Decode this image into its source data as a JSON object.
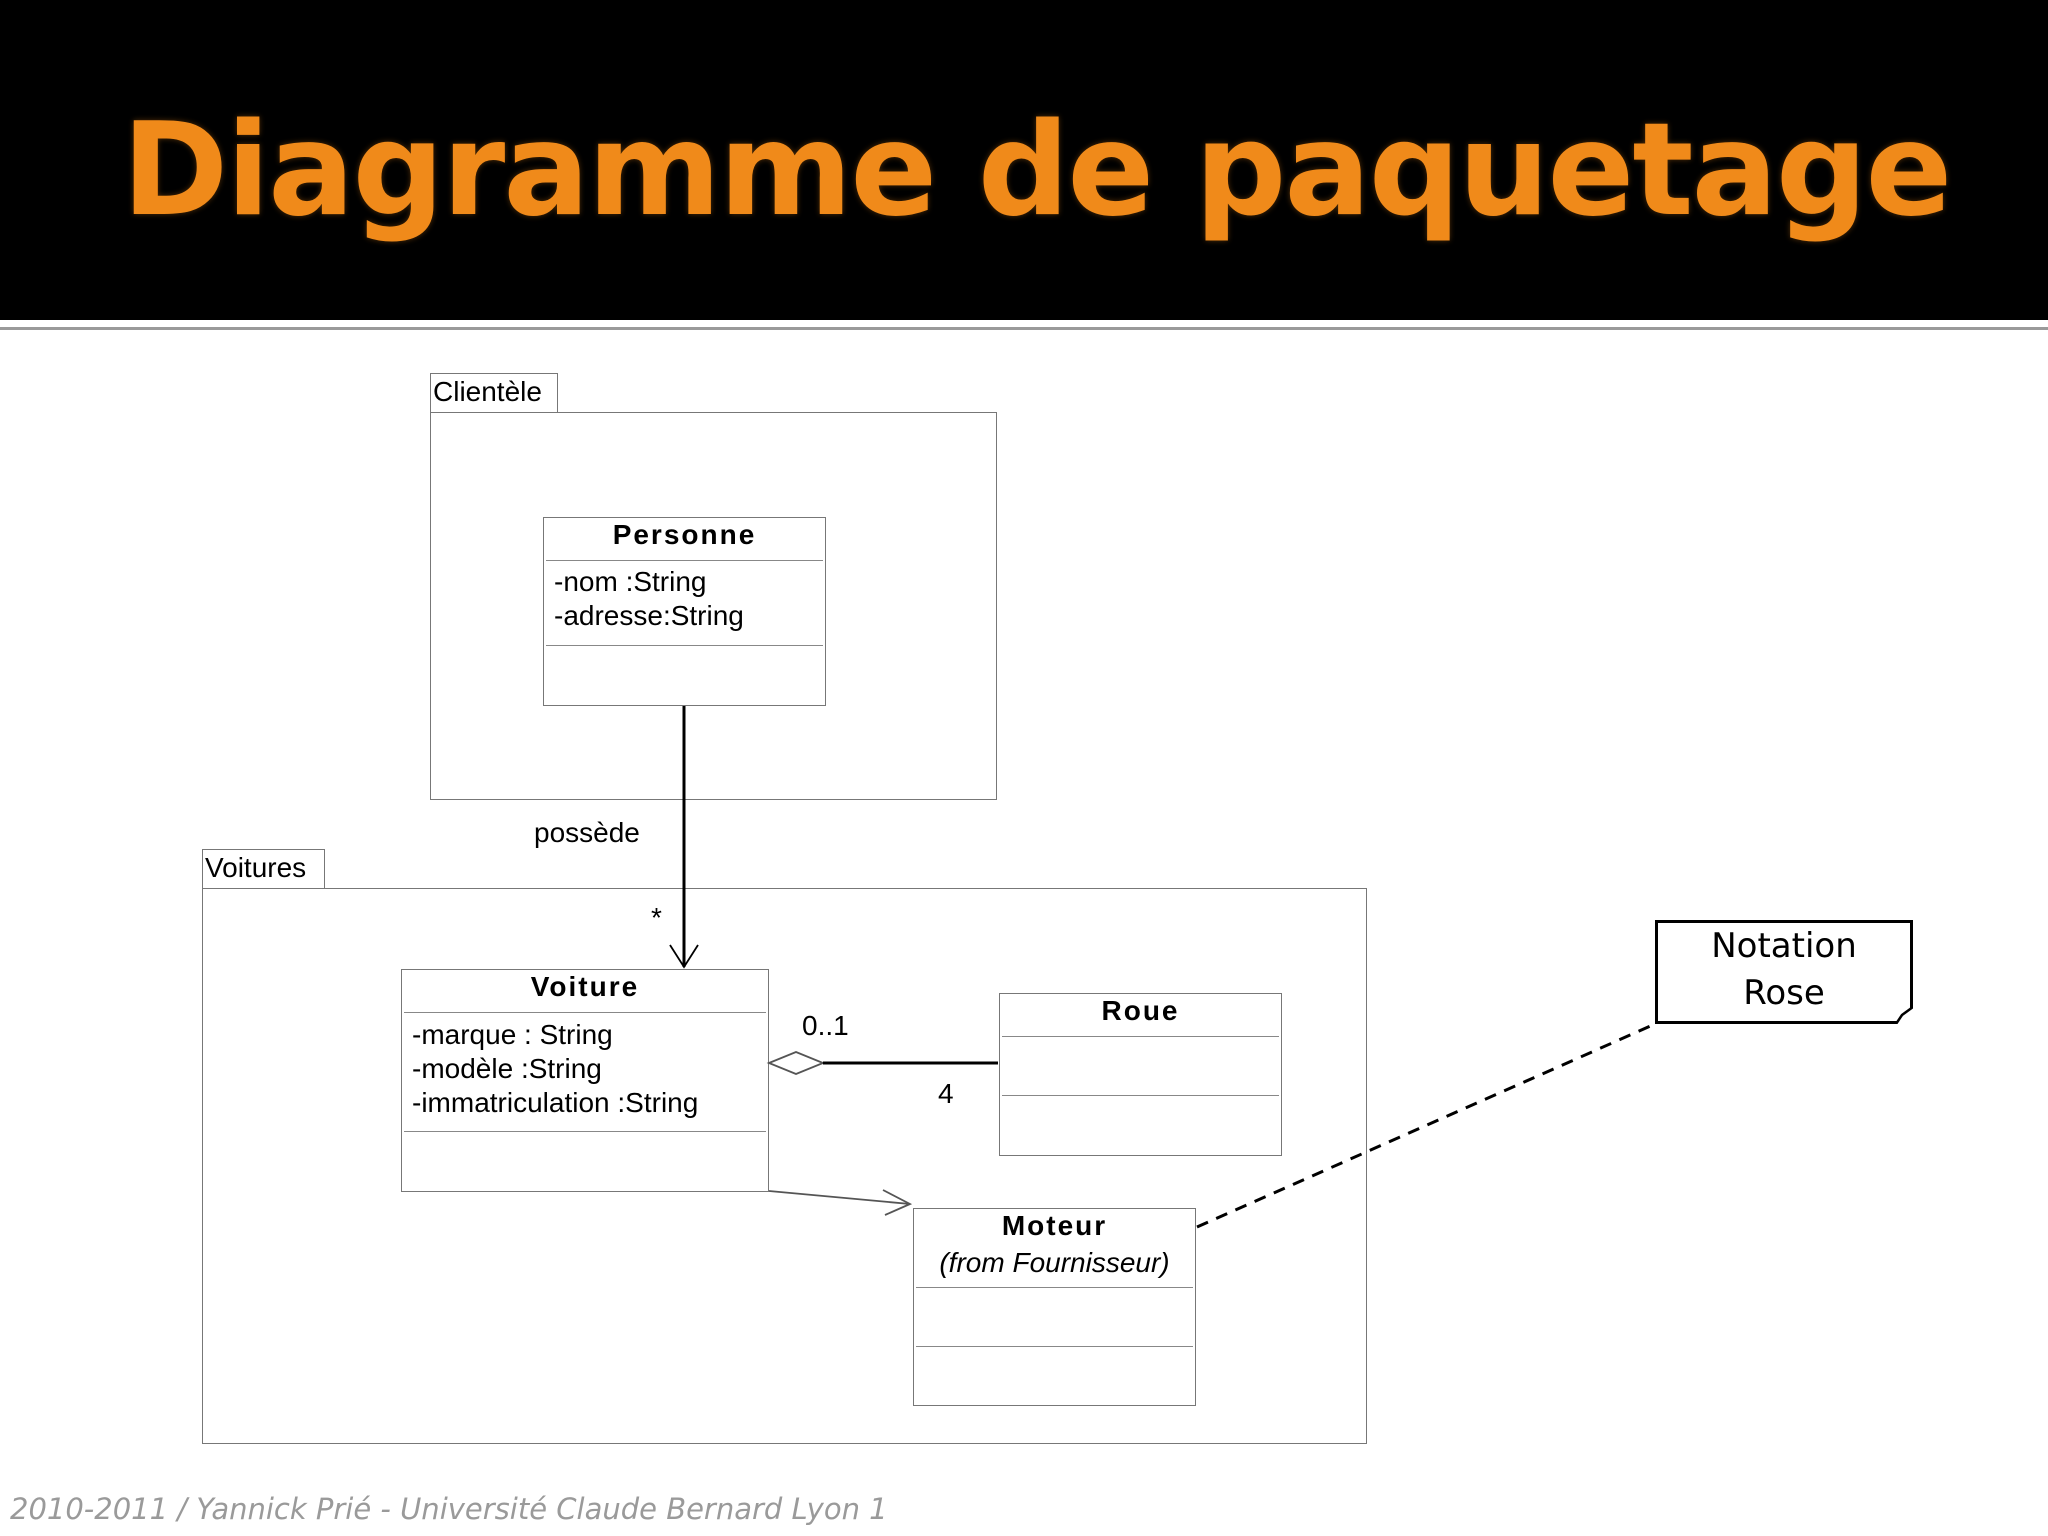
{
  "title": "Diagramme de paquetage",
  "packages": {
    "clientele": "Clientèle",
    "voitures": "Voitures"
  },
  "classes": {
    "personne": {
      "name": "Personne",
      "attributes": [
        "-nom :String",
        "-adresse:String"
      ]
    },
    "voiture": {
      "name": "Voiture",
      "attributes": [
        "-marque : String",
        "-modèle :String",
        "-immatriculation :String"
      ]
    },
    "roue": {
      "name": "Roue"
    },
    "moteur": {
      "name": "Moteur",
      "from": "(from Fournisseur)"
    }
  },
  "associations": {
    "possede_label": "possède",
    "possede_multiplicity": "*",
    "aggregation_voiture_end": "0..1",
    "aggregation_roue_end": "4"
  },
  "note": {
    "line1": "Notation",
    "line2": "Rose"
  },
  "footer": "2010-2011 / Yannick Prié - Université Claude Bernard Lyon 1",
  "colors": {
    "header_bg": "#000000",
    "title": "#f08a1a",
    "footer": "#9a9a9a"
  }
}
